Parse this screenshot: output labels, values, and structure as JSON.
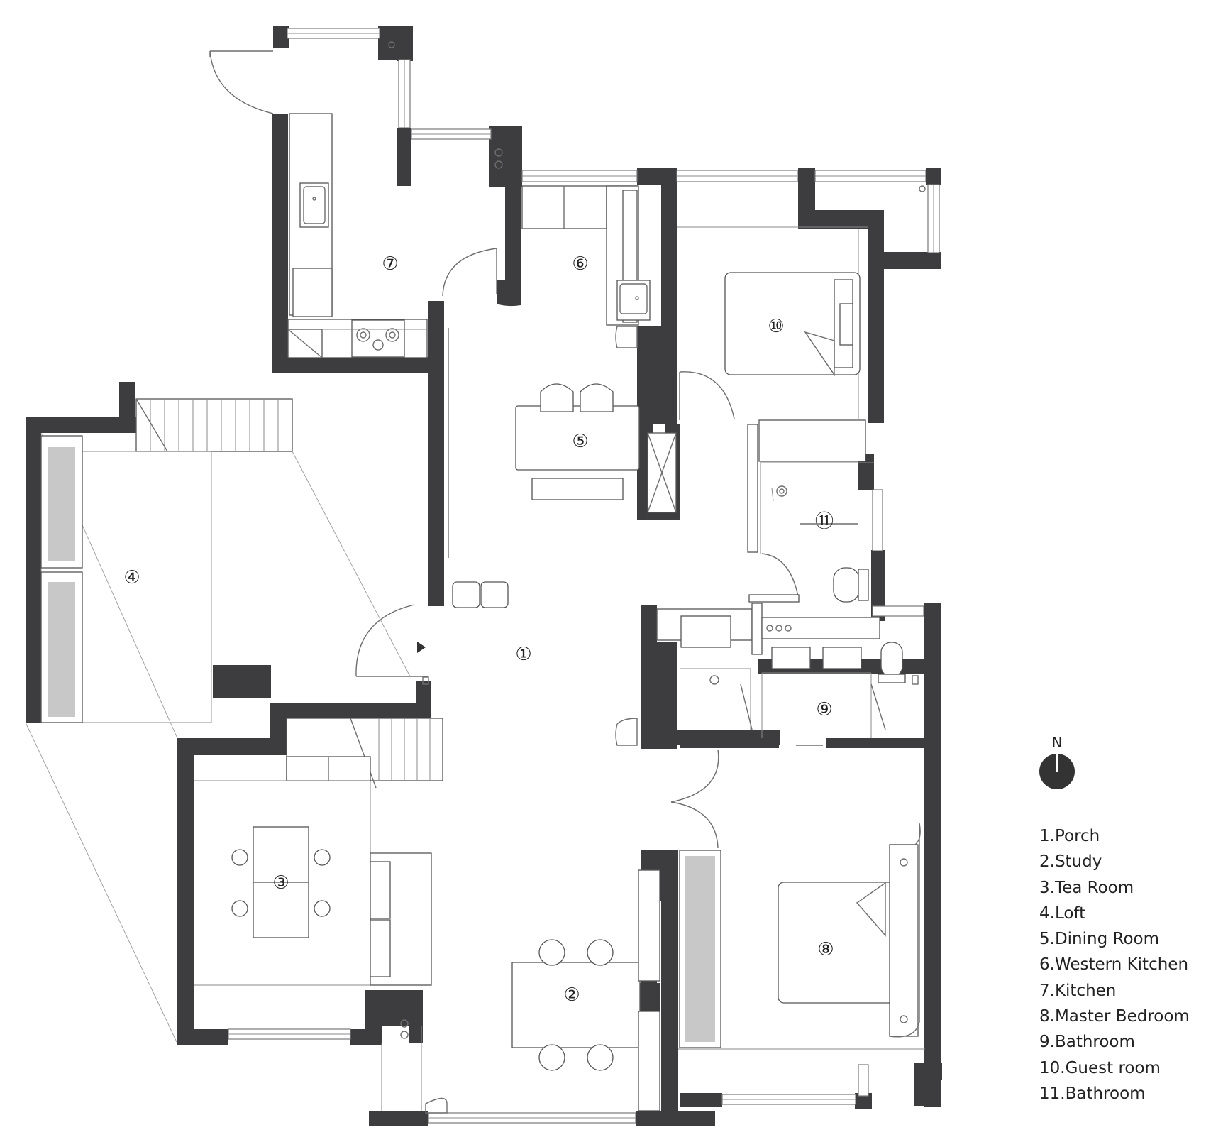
{
  "plan": {
    "rooms": [
      {
        "id": "1",
        "label": "1.Porch"
      },
      {
        "id": "2",
        "label": "2.Study"
      },
      {
        "id": "3",
        "label": "3.Tea Room"
      },
      {
        "id": "4",
        "label": "4.Loft"
      },
      {
        "id": "5",
        "label": "5.Dining Room"
      },
      {
        "id": "6",
        "label": "6.Western Kitchen"
      },
      {
        "id": "7",
        "label": "7.Kitchen"
      },
      {
        "id": "8",
        "label": "8.Master Bedroom"
      },
      {
        "id": "9",
        "label": "9.Bathroom"
      },
      {
        "id": "10",
        "label": "10.Guest room"
      },
      {
        "id": "11",
        "label": "11.Bathroom"
      }
    ],
    "markers": {
      "porch": "①",
      "study": "②",
      "tea_room": "③",
      "loft": "④",
      "dining_room": "⑤",
      "western_kitchen": "⑥",
      "kitchen": "⑦",
      "master_bedroom": "⑧",
      "bathroom_9": "⑨",
      "guest_room": "⑩",
      "bathroom_11": "⑪"
    },
    "compass": {
      "label": "N"
    },
    "colors": {
      "wall": "#3d3d3f",
      "line": "#6e6e6e"
    }
  }
}
